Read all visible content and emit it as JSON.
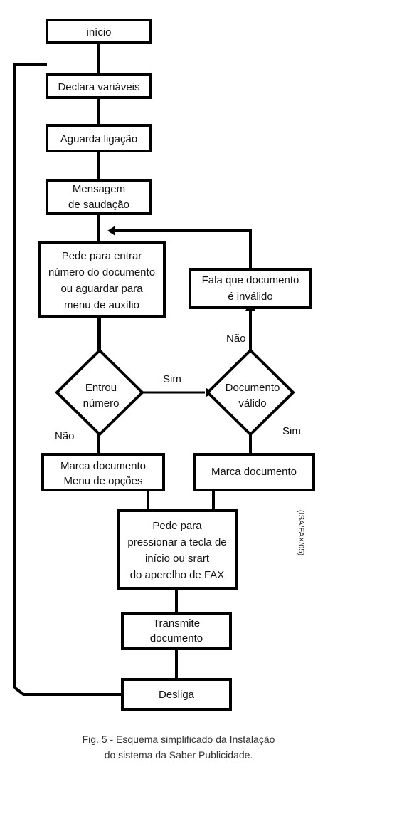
{
  "nodes": {
    "inicio": "início",
    "declara": "Declara variáveis",
    "aguarda": "Aguarda ligação",
    "mensagem": [
      "Mensagem",
      "de saudação"
    ],
    "pede_entrar": [
      "Pede para entrar",
      "número do documento",
      "ou aguardar para",
      "menu de auxílio"
    ],
    "entrou": [
      "Entrou",
      "número"
    ],
    "documento_valido": [
      "Documento",
      "válido"
    ],
    "fala_invalido": [
      "Fala que documento",
      "é inválido"
    ],
    "marca_menu": [
      "Marca documento",
      "Menu de opções"
    ],
    "marca_documento": "Marca documento",
    "pede_pressionar": [
      "Pede para",
      "pressionar a tecla de",
      "início ou srart",
      "do aperelho de FAX"
    ],
    "transmite": [
      "Transmite",
      "documento"
    ],
    "desliga": "Desliga"
  },
  "edge_labels": {
    "sim_1": "Sim",
    "nao_1": "Não",
    "nao_2": "Não",
    "sim_2": "Sim"
  },
  "reference": "(ISA/FAX/05)",
  "caption": [
    "Fig. 5 - Esquema simplificado da Instalação",
    "do sistema da Saber Publicidade."
  ]
}
